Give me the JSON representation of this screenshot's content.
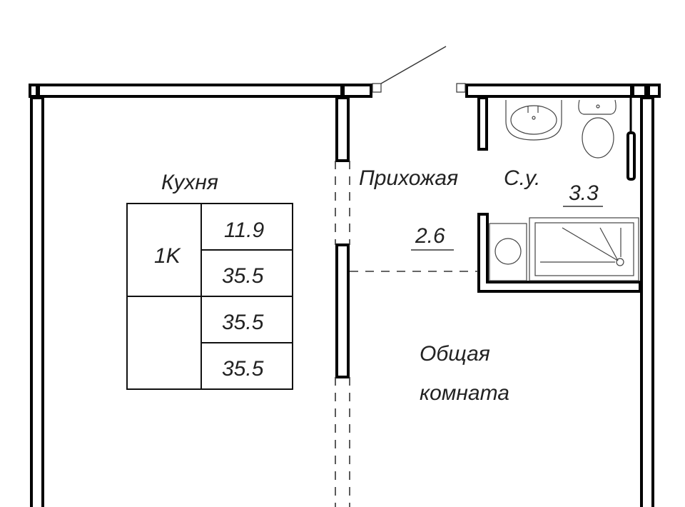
{
  "rooms": {
    "kitchen": "Кухня",
    "hallway": "Прихожая",
    "bathroom": "С.у.",
    "living": "Общая комната"
  },
  "areas": {
    "bathroom": "3.3",
    "hallway": "2.6"
  },
  "summary_table": {
    "type": "1K",
    "rows": [
      "11.9",
      "35.5",
      "35.5",
      "35.5"
    ]
  }
}
